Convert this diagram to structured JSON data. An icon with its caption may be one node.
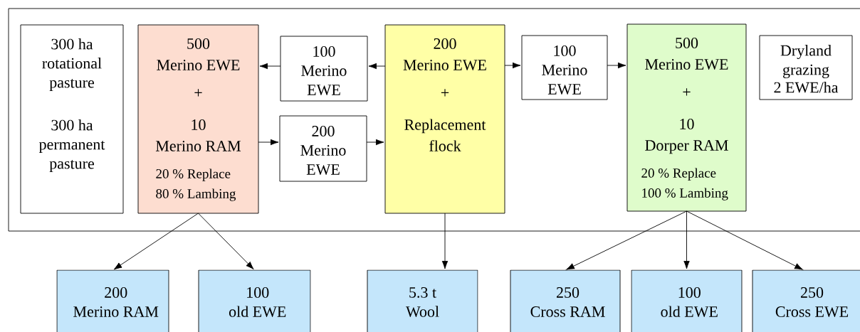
{
  "diagram": {
    "nodes": [
      {
        "text": [],
        "shape": "box"
      },
      {
        "text": [
          "300 ha rotational pasture",
          "300 ha permanent pasture"
        ],
        "in": 0
      },
      {
        "text": [
          "500 Merino EWE",
          "+",
          "10 Merino RAM",
          "20 % Replace 80 % Lambing"
        ],
        "in": 0
      },
      {
        "text": [
          "100 Merino EWE"
        ],
        "in": 0
      },
      {
        "text": [
          "200 Merino EWE"
        ],
        "in": 0
      },
      {
        "text": [
          "200 Merino EWE",
          "+",
          "Replacement flock"
        ],
        "in": 0
      },
      {
        "text": [
          "100 Merino EWE"
        ],
        "in": 0
      },
      {
        "text": [
          "500 Merino EWE",
          "+",
          "10 Dorper RAM",
          "20 % Replace 100 % Lambing"
        ],
        "in": 0
      },
      {
        "text": [
          "Dryland grazing",
          "2 EWE/ha"
        ],
        "in": 0
      },
      {
        "text": [
          "200 Merino RAM"
        ]
      },
      {
        "text": [
          "100 old EWE"
        ]
      },
      {
        "text": [
          "5.3 t Wool"
        ]
      },
      {
        "text": [
          "250 Cross RAM"
        ]
      },
      {
        "text": [
          "100 old EWE"
        ]
      },
      {
        "text": [
          "250 Cross EWE"
        ]
      }
    ],
    "edges": [
      {
        "from": 5,
        "to": 3,
        "arrow": "to"
      },
      {
        "from": 3,
        "to": 2,
        "arrow": "to"
      },
      {
        "from": 2,
        "to": 4,
        "arrow": "to"
      },
      {
        "from": 4,
        "to": 5,
        "arrow": "to"
      },
      {
        "from": 5,
        "to": 6,
        "arrow": "to"
      },
      {
        "from": 6,
        "to": 7,
        "arrow": "to"
      },
      {
        "from": 2,
        "to": 9,
        "arrow": "to"
      },
      {
        "from": 2,
        "to": 10,
        "arrow": "to"
      },
      {
        "from": 5,
        "to": 11,
        "arrow": "to"
      },
      {
        "from": 7,
        "to": 12,
        "arrow": "to"
      },
      {
        "from": 7,
        "to": 13,
        "arrow": "to"
      },
      {
        "from": 7,
        "to": 14,
        "arrow": "to"
      }
    ]
  }
}
